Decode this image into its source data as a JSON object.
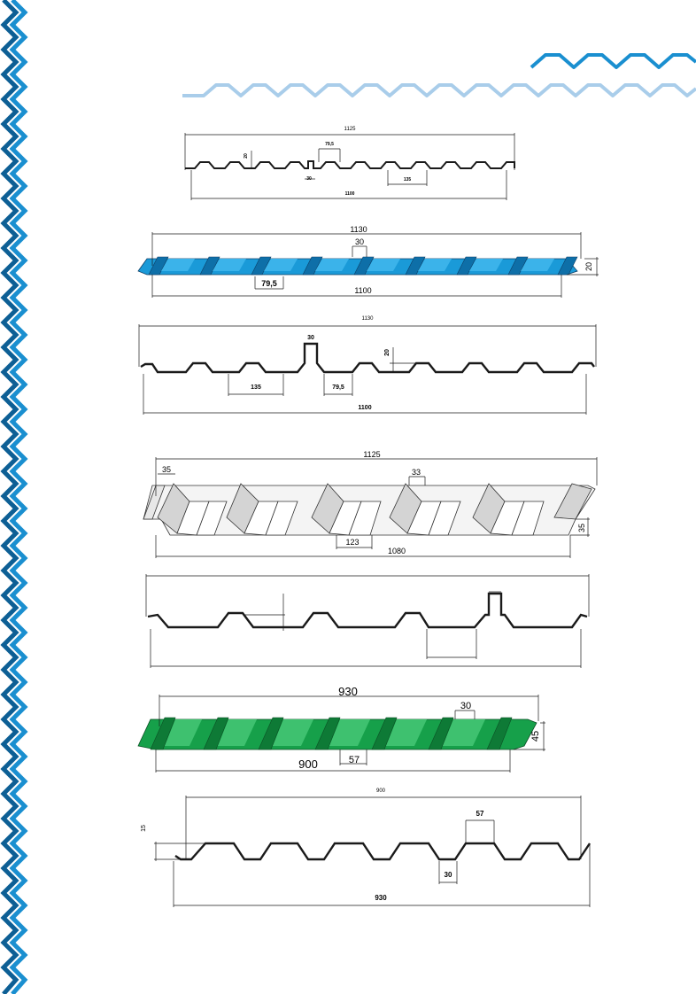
{
  "colors": {
    "blue_wave": "#1a8fd0",
    "blue_wave_dark": "#0d5f95",
    "light_wave": "#a9cdea",
    "blue_sheet": "#1a9ad8",
    "green_sheet": "#16a04a",
    "grey_sheet": "#d4d4d4",
    "line": "#1a1a1a"
  },
  "profile1": {
    "top": "1125",
    "h": "20",
    "rib": "79,5",
    "gap": "30",
    "pitch": "135",
    "bottom": "1100"
  },
  "sheet1": {
    "top": "1130",
    "rib": "30",
    "h": "20",
    "valley": "79,5",
    "bottom": "1100"
  },
  "profile2": {
    "top": "1130",
    "rib": "30",
    "h": "20",
    "pitch": "135",
    "valley": "79,5",
    "bottom": "1100"
  },
  "sheet2": {
    "top": "1125",
    "left": "35",
    "rib": "33",
    "h": "35",
    "valley": "123",
    "bottom": "1080"
  },
  "sheet3": {
    "top": "930",
    "rib": "30",
    "h": "45",
    "valley": "57",
    "bottom": "900"
  },
  "profile4": {
    "top": "900",
    "h": "15",
    "rib": "57",
    "valley": "30",
    "bottom": "930"
  }
}
